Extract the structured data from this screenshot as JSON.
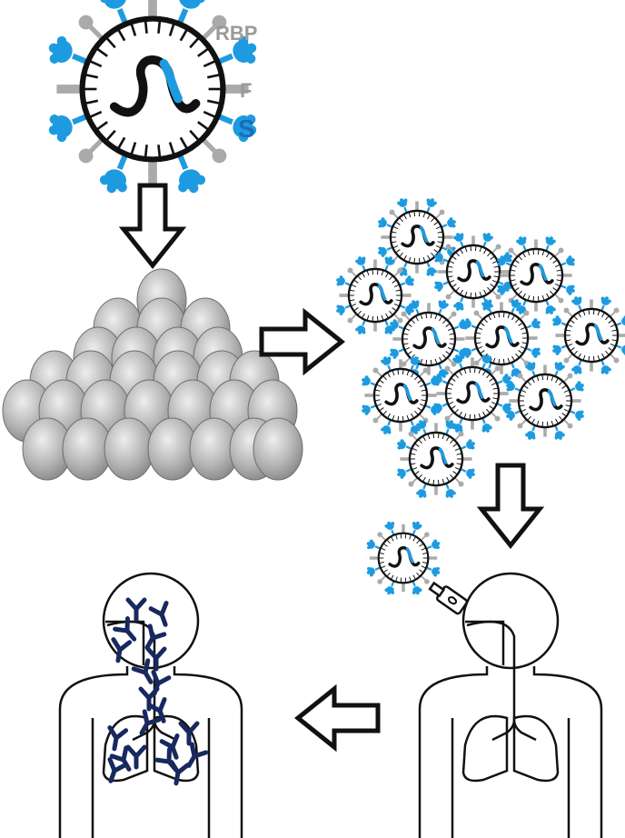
{
  "labels": {
    "rbp": "RBP",
    "f": "F",
    "s": "S"
  },
  "colors": {
    "spike_blue": "#1e9be0",
    "label_s_blue": "#1a6db5",
    "gray": "#aaaaaa",
    "label_gray": "#9a9a9a",
    "antibody_navy": "#17295e",
    "outline": "#111111",
    "egg_light": "#e6e6e6",
    "egg_dark": "#8a8a8a"
  },
  "icons": {
    "virus": "virus-particle-icon",
    "eggs": "embryonated-egg-stack-icon",
    "arrow": "block-arrow-icon",
    "nasal_spray": "nasal-spray-device-icon",
    "human": "human-torso-outline-icon",
    "antibody": "antibody-y-icon"
  },
  "steps": [
    "virus",
    "egg-propagation",
    "virus-harvest",
    "intranasal-vaccination",
    "mucosal-antibody-response"
  ]
}
